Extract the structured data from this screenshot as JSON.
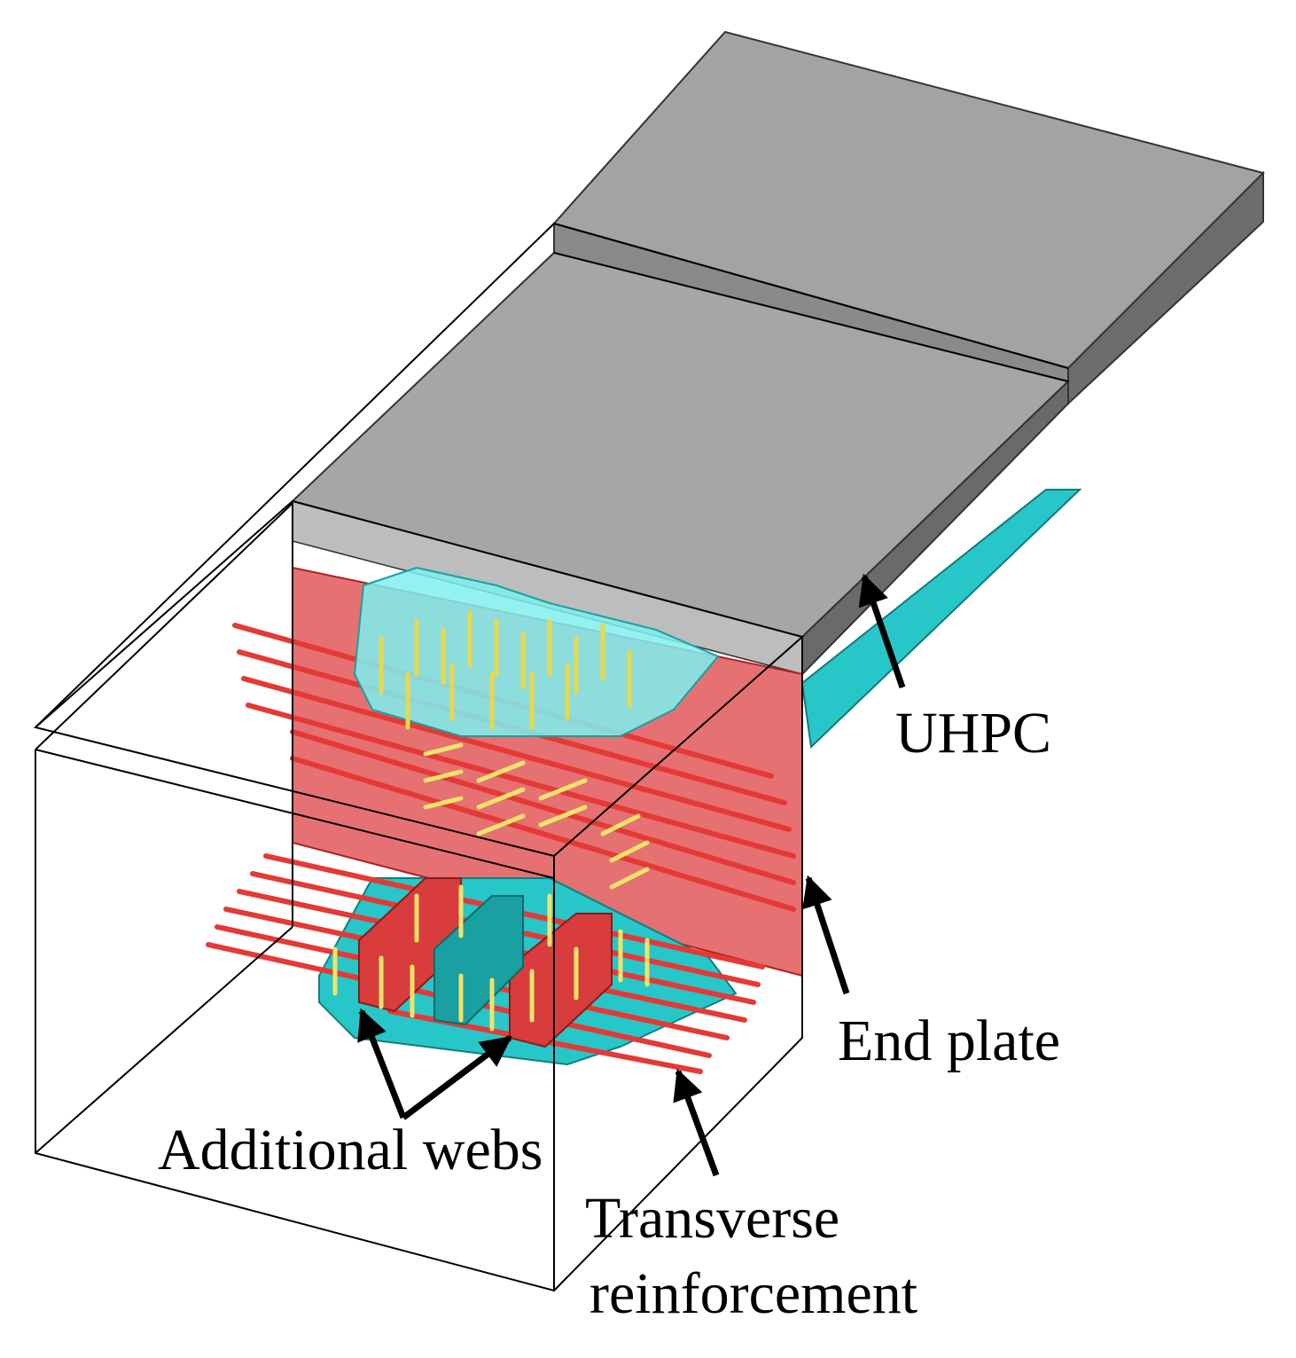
{
  "labels": {
    "uhpc": "UHPC",
    "end_plate": "End plate",
    "additional_webs": "Additional webs",
    "transverse_line1": "Transverse",
    "transverse_line2": "reinforcement"
  },
  "colors": {
    "uhpc_top": "#a6a6a6",
    "uhpc_side": "#737373",
    "steel_cyan": "#27c6c8",
    "rebar_red": "#e03a3a",
    "end_plate_red": "#e0585a",
    "stud_yellow": "#f0e36a",
    "outline": "#000000"
  }
}
